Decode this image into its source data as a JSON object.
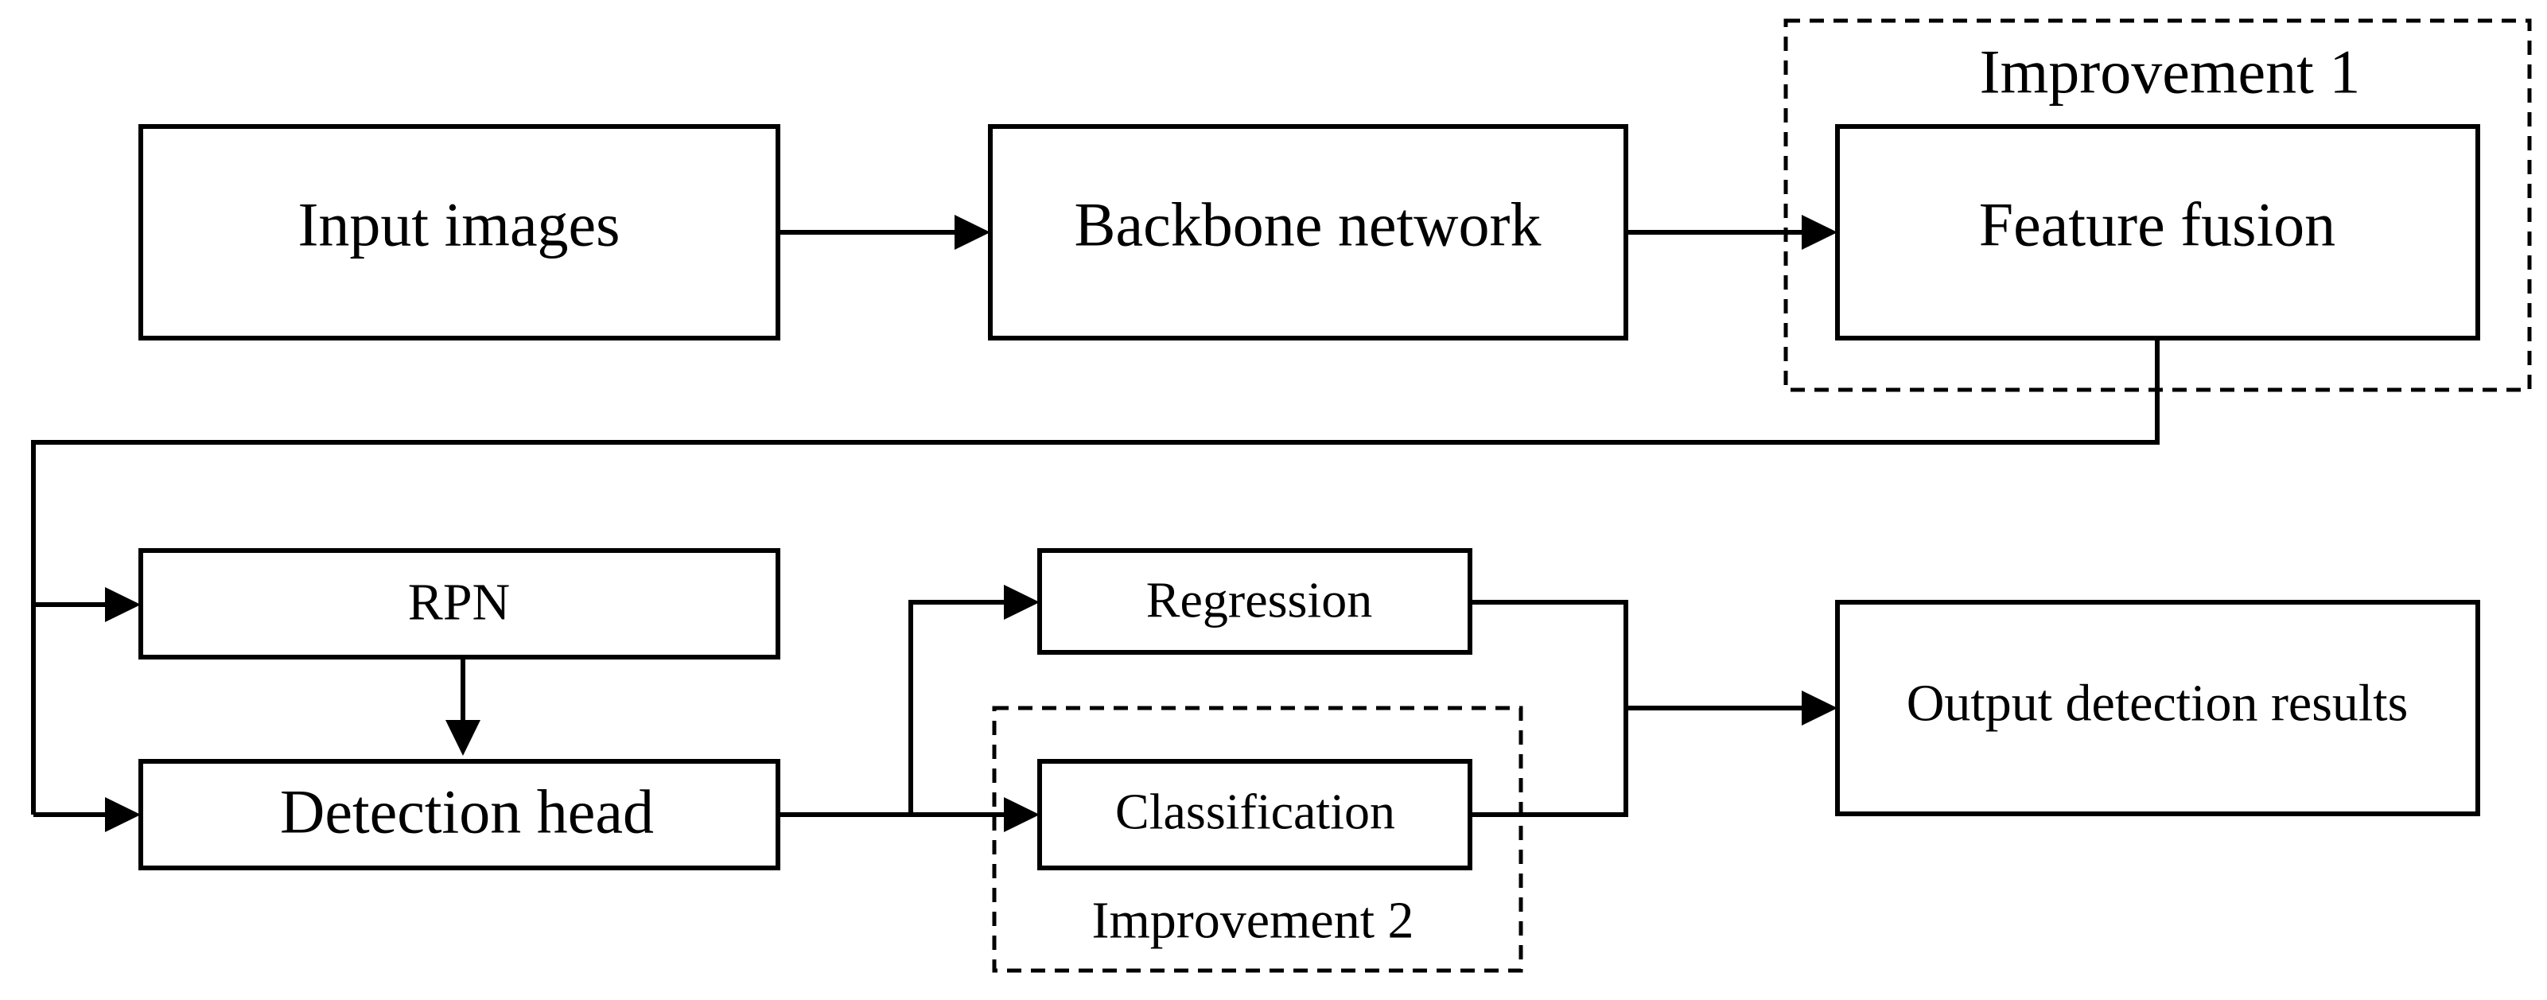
{
  "nodes": {
    "input_images": "Input images",
    "backbone_network": "Backbone network",
    "feature_fusion": "Feature fusion",
    "rpn": "RPN",
    "detection_head": "Detection head",
    "regression": "Regression",
    "classification": "Classification",
    "output_detection_results": "Output detection results"
  },
  "groups": {
    "improvement_1": "Improvement 1",
    "improvement_2": "Improvement 2"
  },
  "style": {
    "line_color": "#000000",
    "background": "#ffffff",
    "group_border": "dashed"
  }
}
